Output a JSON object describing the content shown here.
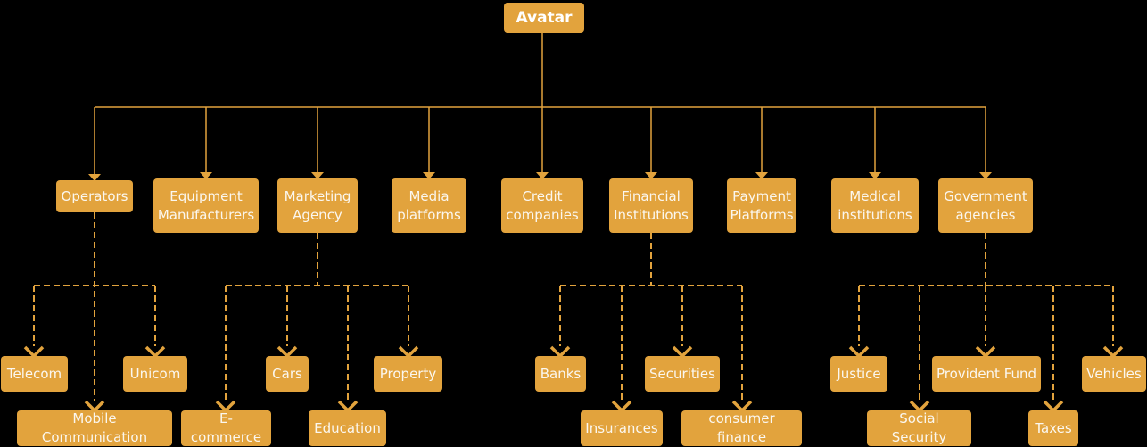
{
  "colors": {
    "background": "#000000",
    "node_fill": "#E2A33D",
    "node_text": "#FBF7EF",
    "connector": "#E2A33D"
  },
  "tree": {
    "root": "Avatar",
    "children": [
      {
        "label": "Operators",
        "children": [
          "Telecom",
          "Mobile Communication",
          "Unicom"
        ]
      },
      {
        "label": "Equipment Manufacturers",
        "children": []
      },
      {
        "label": "Marketing Agency",
        "children": [
          "E-commerce",
          "Cars",
          "Education",
          "Property"
        ]
      },
      {
        "label": "Media platforms",
        "children": []
      },
      {
        "label": "Credit companies",
        "children": []
      },
      {
        "label": "Financial Institutions",
        "children": [
          "Banks",
          "Insurances",
          "Securities",
          "consumer finance"
        ]
      },
      {
        "label": "Payment Platforms",
        "children": []
      },
      {
        "label": "Medical institutions",
        "children": []
      },
      {
        "label": "Government agencies",
        "children": [
          "Justice",
          "Social Security",
          "Provident Fund",
          "Taxes",
          "Vehicles"
        ]
      }
    ]
  }
}
